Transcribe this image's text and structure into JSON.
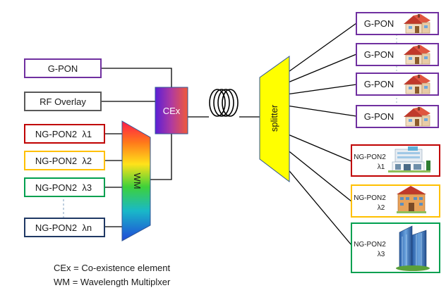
{
  "left_inputs": {
    "gpon": "G-PON",
    "rf_overlay": "RF Overlay",
    "ngpon_1": "NG-PON2  λ1",
    "ngpon_2": "NG-PON2  λ2",
    "ngpon_3": "NG-PON2  λ3",
    "ngpon_n": "NG-PON2  λn"
  },
  "cex_label": "CEx",
  "wm_label": "WM",
  "splitter_label": "splitter",
  "right_outputs": {
    "gpon_1": "G-PON",
    "gpon_2": "G-PON",
    "gpon_3": "G-PON",
    "gpon_4": "G-PON",
    "ngpon_1_line1": "NG-PON2",
    "ngpon_1_line2": "λ1",
    "ngpon_2_line1": "NG-PON2",
    "ngpon_2_line2": "λ2",
    "ngpon_3_line1": "NG-PON2",
    "ngpon_3_line2": "λ3"
  },
  "legend": {
    "cex": "CEx = Co-existence element",
    "wm": "WM = Wavelength Multiplxer"
  },
  "colors": {
    "gpon_border": "#7030a0",
    "rf_border": "#595959",
    "lambda1_border": "#c00000",
    "lambda2_border": "#ffc000",
    "lambda3_border": "#00a050",
    "lambdan_border": "#1f3864",
    "splitter_fill": "#ffff00"
  },
  "icons": [
    "house-icon",
    "office-building-icon",
    "apartment-building-icon",
    "skyscraper-icon",
    "fiber-spool-icon"
  ]
}
